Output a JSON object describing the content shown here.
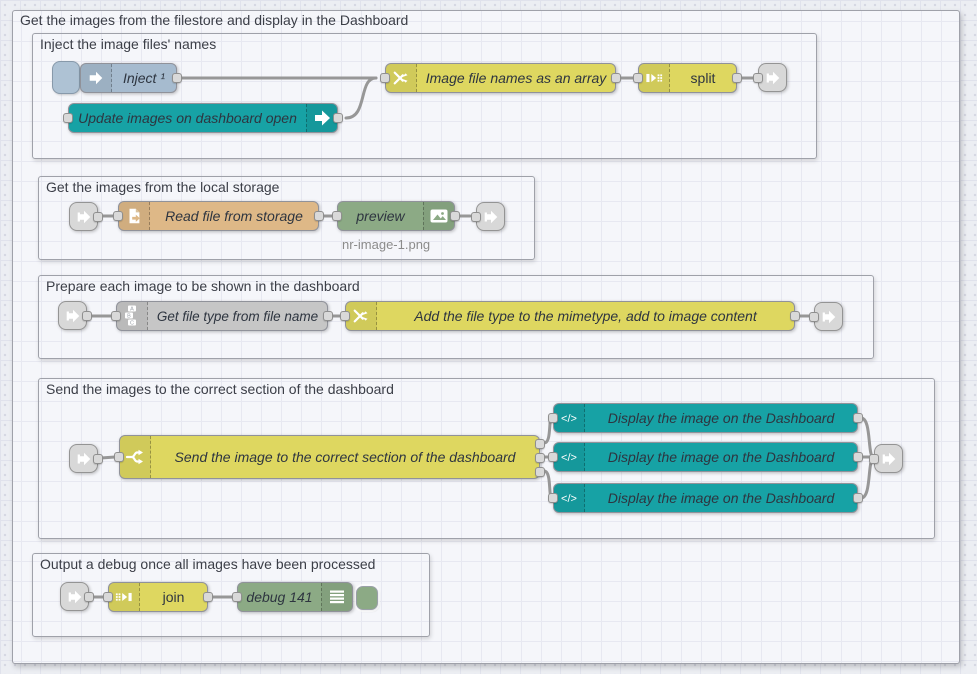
{
  "outer_group": {
    "title": "Get the images from the filestore and display in the Dashboard"
  },
  "groups": [
    {
      "title": "Inject the image files' names"
    },
    {
      "title": "Get the images from the local storage"
    },
    {
      "title": "Prepare each image to be shown in the dashboard"
    },
    {
      "title": "Send the images to the correct section of the dashboard"
    },
    {
      "title": "Output a debug once all images have been processed"
    }
  ],
  "nodes": {
    "inject": {
      "label": "Inject ¹"
    },
    "update_images": {
      "label": "Update images on dashboard open"
    },
    "image_file_names": {
      "label": "Image file names as an array"
    },
    "split": {
      "label": "split"
    },
    "read_file": {
      "label": "Read file from storage"
    },
    "preview": {
      "label": "preview",
      "status": "nr-image-1.png"
    },
    "get_file_type": {
      "label": "Get file type from file name"
    },
    "add_mimetype": {
      "label": "Add the file type to the mimetype, add to image content"
    },
    "send_to_section": {
      "label": "Send the image to the correct section of the dashboard"
    },
    "display_1": {
      "label": "Display the image on the Dashboard"
    },
    "display_2": {
      "label": "Display the image on the Dashboard"
    },
    "display_3": {
      "label": "Display the image on the Dashboard"
    },
    "join": {
      "label": "join"
    },
    "debug": {
      "label": "debug 141"
    }
  },
  "colors": {
    "inject_node": "#a6bbcf",
    "dashboard_node": "#17a2a5",
    "function_node": "#ded760",
    "file_node": "#deb887",
    "debug_node": "#8caa85",
    "gray_node": "#c6c6c6",
    "link_node": "#d8d8d8",
    "wire": "#979797",
    "canvas": "#eceef3",
    "group_background": "#f5f6fa"
  }
}
